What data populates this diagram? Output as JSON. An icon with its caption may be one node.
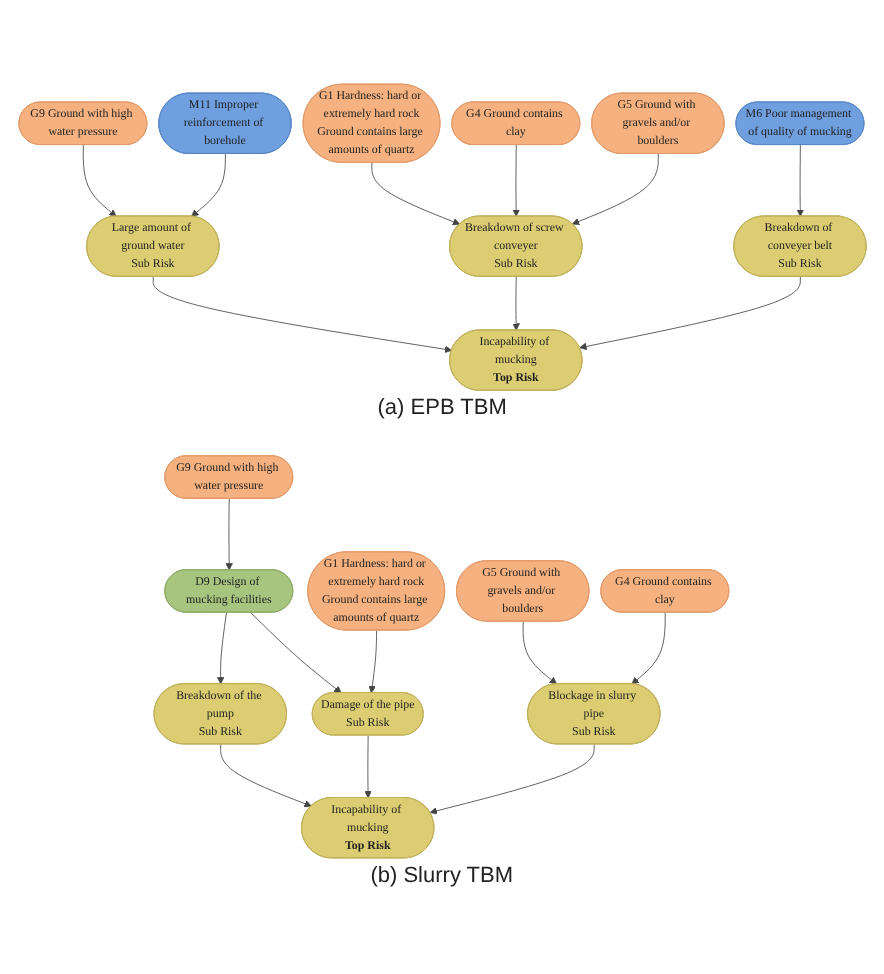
{
  "diagram": {
    "nodes": [
      {
        "text": [
          "G9 Ground with high water pressure"
        ]
      },
      {
        "text": [
          "G1 Hardness: hard or extremely hard rock",
          "Ground contains large amounts of quartz"
        ]
      },
      {
        "text": [
          "G4 Ground contains clay"
        ]
      },
      {
        "text": [
          "G5 Ground with gravels and/or boulders"
        ]
      },
      {
        "text": [
          "M6 Poor management of quality of mucking"
        ]
      },
      {
        "text": [
          "M11 Improper reinforcement of borehole"
        ]
      },
      {
        "text": [
          "Large amount of ground water",
          "Sub Risk"
        ]
      },
      {
        "text": [
          "Breakdown of conveyer belt",
          "Sub Risk"
        ]
      },
      {
        "text": [
          "Breakdown of screw conveyer",
          "Sub Risk"
        ]
      },
      {
        "text": [
          "Incapability of mucking",
          "Top Risk"
        ]
      },
      {
        "text": [
          "G9 Ground with high water pressure"
        ]
      },
      {
        "text": [
          "G1 Hardness: hard or extremely hard rock",
          "Ground contains large amounts of quartz"
        ]
      },
      {
        "text": [
          "G5 Ground with gravels and/or boulders"
        ]
      },
      {
        "text": [
          "G4 Ground contains clay"
        ]
      },
      {
        "text": [
          "D9 Design of mucking facilities"
        ]
      },
      {
        "text": [
          "Blockage in slurry pipe",
          "Sub Risk"
        ]
      },
      {
        "text": [
          "Breakdown of the pump",
          "Sub Risk"
        ]
      },
      {
        "text": [
          "Damage of the pipe",
          "Sub Risk"
        ]
      },
      {
        "text": [
          "Incapability of mucking",
          "Top Risk"
        ]
      }
    ],
    "edges": [
      {
        "from": 0,
        "to": 6,
        "arrow": "to"
      },
      {
        "from": 5,
        "to": 6,
        "arrow": "to"
      },
      {
        "from": 4,
        "to": 7,
        "arrow": "to"
      },
      {
        "from": 1,
        "to": 8,
        "arrow": "to"
      },
      {
        "from": 2,
        "to": 8,
        "arrow": "to"
      },
      {
        "from": 3,
        "to": 8,
        "arrow": "to"
      },
      {
        "from": 6,
        "to": 9,
        "arrow": "to"
      },
      {
        "from": 8,
        "to": 9,
        "arrow": "to"
      },
      {
        "from": 7,
        "to": 9,
        "arrow": "to"
      },
      {
        "from": 10,
        "to": 14,
        "arrow": "to"
      },
      {
        "from": 11,
        "to": 17,
        "arrow": "to"
      },
      {
        "from": 12,
        "to": 15,
        "arrow": "to"
      },
      {
        "from": 13,
        "to": 15,
        "arrow": "to"
      },
      {
        "from": 14,
        "to": 16,
        "arrow": "to"
      },
      {
        "from": 14,
        "to": 17,
        "arrow": "to"
      },
      {
        "from": 16,
        "to": 18,
        "arrow": "to"
      },
      {
        "from": 17,
        "to": 18,
        "arrow": "to"
      },
      {
        "from": 15,
        "to": 18,
        "arrow": "to"
      }
    ],
    "labels": [
      "(a) EPB TBM",
      "(b) Slurry TBM"
    ]
  }
}
